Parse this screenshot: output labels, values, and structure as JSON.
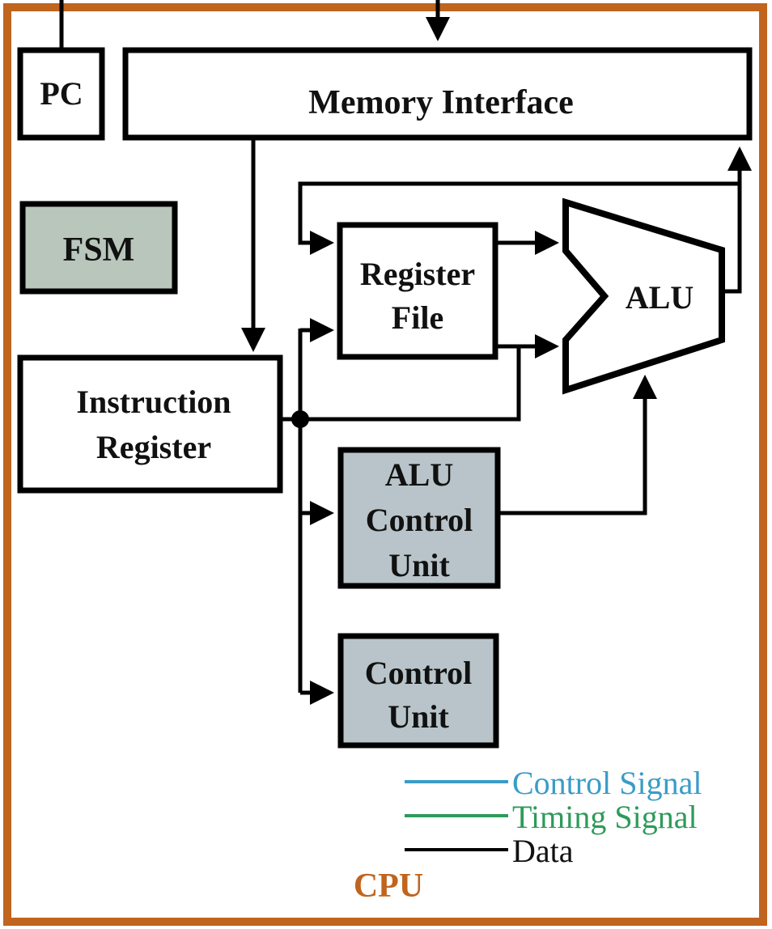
{
  "colors": {
    "cpu_border": "#C0641E",
    "fsm_fill": "#B8C6BC",
    "control_fill": "#B8C4C9",
    "line": "#000000",
    "control_signal": "#3A9CC8",
    "timing_signal": "#2E9A5A",
    "data": "#000000"
  },
  "blocks": {
    "pc": {
      "label": "PC"
    },
    "memory_interface": {
      "label": "Memory Interface"
    },
    "fsm": {
      "label": "FSM"
    },
    "register_file": {
      "line1": "Register",
      "line2": "File"
    },
    "alu": {
      "label": "ALU"
    },
    "instruction_register": {
      "line1": "Instruction",
      "line2": "Register"
    },
    "alu_control_unit": {
      "line1": "ALU",
      "line2": "Control",
      "line3": "Unit"
    },
    "control_unit": {
      "line1": "Control",
      "line2": "Unit"
    }
  },
  "legend": {
    "control_signal": "Control Signal",
    "timing_signal": "Timing Signal",
    "data": "Data"
  },
  "cpu_label": "CPU"
}
